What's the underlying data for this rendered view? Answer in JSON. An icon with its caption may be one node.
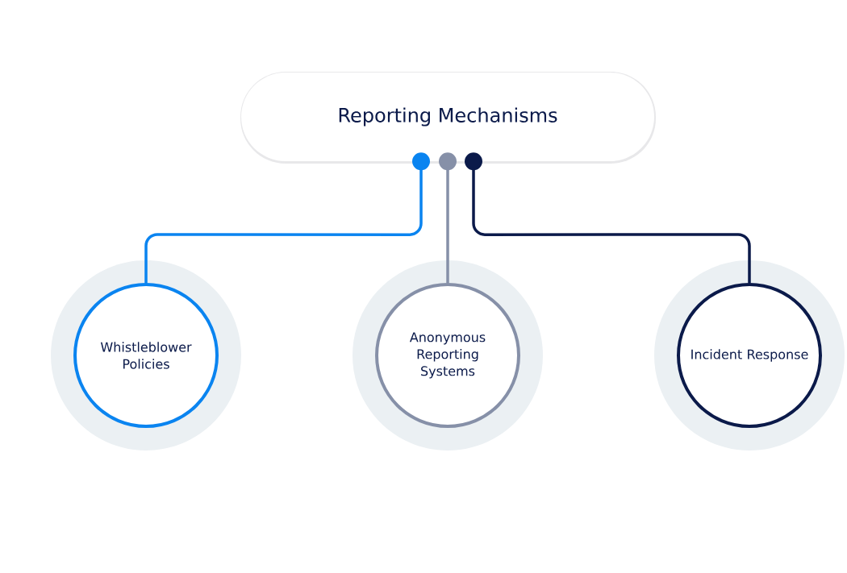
{
  "diagram": {
    "nodes": [
      {
        "text": [
          "Reporting Mechanisms"
        ]
      },
      {
        "text": [
          "Whistleblower Policies"
        ]
      },
      {
        "text": [
          "Anonymous Reporting Systems"
        ]
      },
      {
        "text": [
          "Incident Response"
        ]
      }
    ],
    "edges": [
      {
        "from": 0,
        "to": 1,
        "arrow": "other",
        "color": "#0a84f0"
      },
      {
        "from": 0,
        "to": 2,
        "arrow": "other",
        "color": "#8690a8"
      },
      {
        "from": 0,
        "to": 3,
        "arrow": "other",
        "color": "#0b1a4a"
      }
    ]
  }
}
